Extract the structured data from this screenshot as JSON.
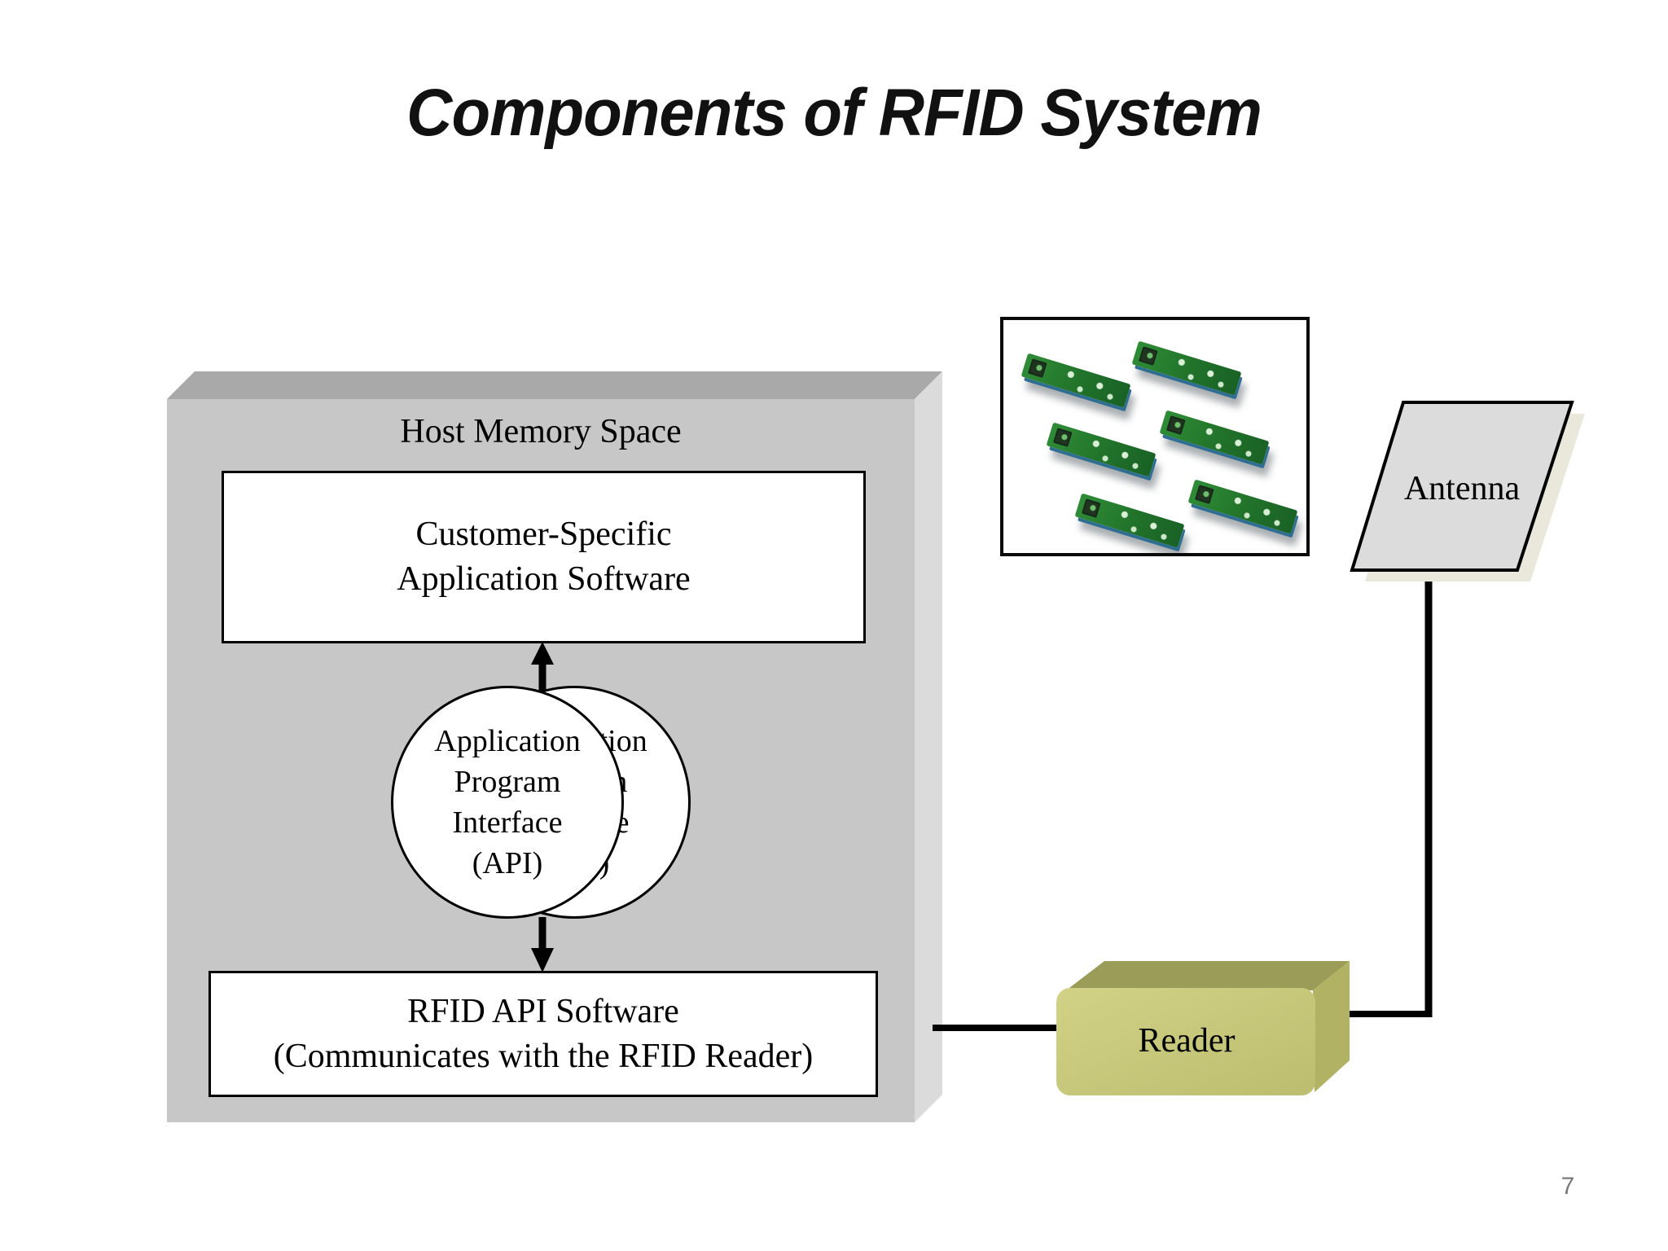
{
  "slide": {
    "title": "Components of RFID System",
    "page_number": "7"
  },
  "host": {
    "label": "Host Memory Space",
    "customer_box_lines": [
      "Customer-Specific",
      "Application Software"
    ],
    "api_circle_lines": [
      "Application",
      "Program",
      "Interface",
      "(API)"
    ],
    "rfid_api_box_lines": [
      "RFID API Software",
      "(Communicates with the RFID Reader)"
    ]
  },
  "antenna_label": "Antenna",
  "reader_label": "Reader",
  "tags": {
    "count": 6
  },
  "colors": {
    "host_front": "#c7c7c7",
    "host_top": "#a9a9a9",
    "host_side": "#dbdbdb",
    "reader_front_light": "#d2d287",
    "reader_front_dark": "#bdbd6f",
    "reader_top": "#9c9c59",
    "reader_side": "#b2b264",
    "antenna_fill": "#dcdcdc",
    "antenna_shadow": "#eae7db",
    "tag_green": "#21722a",
    "tag_edge_blue": "#2f6e93",
    "line_black": "#000000",
    "page_number_gray": "#7a7a7a"
  }
}
